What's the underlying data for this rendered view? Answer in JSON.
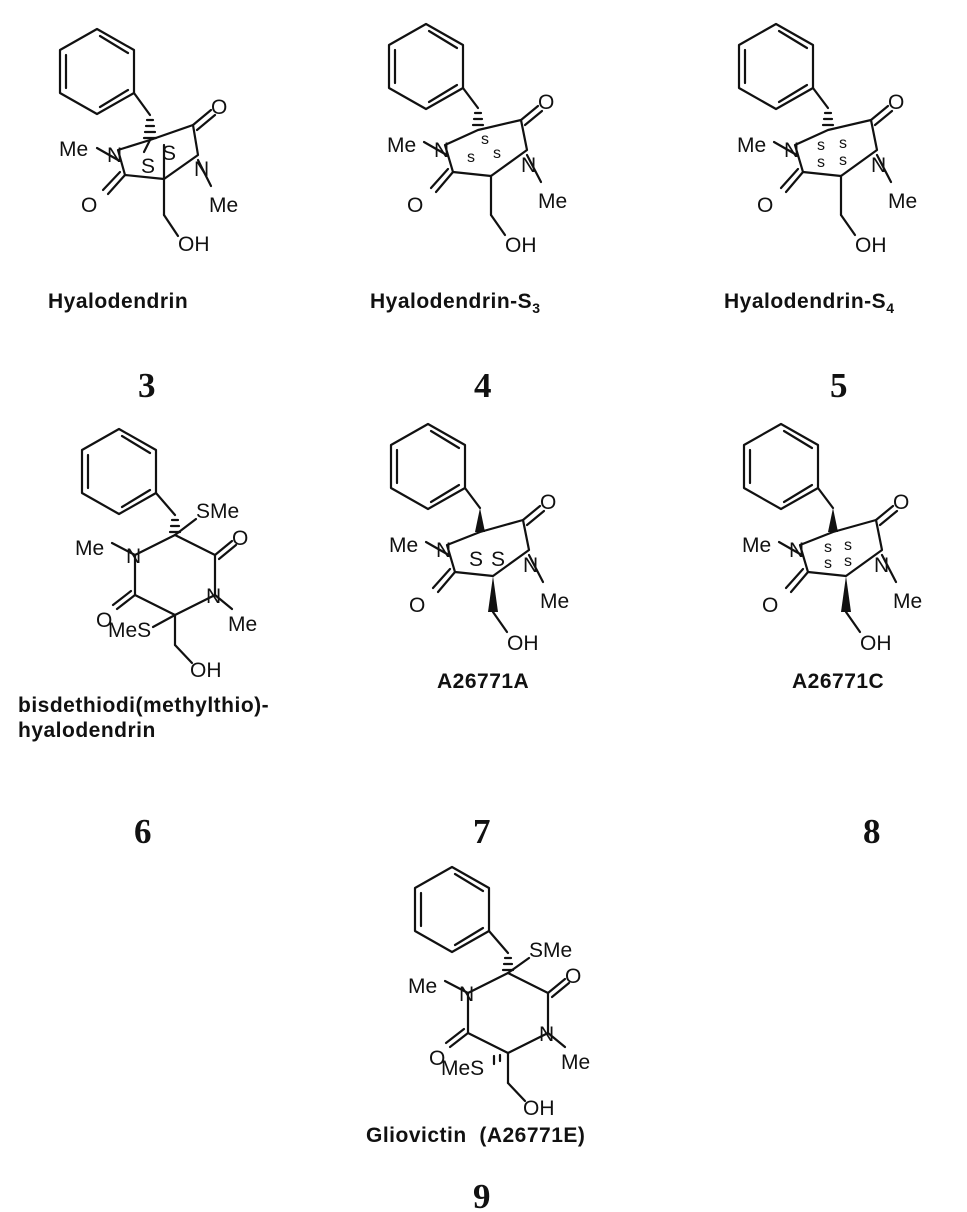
{
  "compounds": [
    {
      "number": "3",
      "name": "Hyalodendrin",
      "subscript": "",
      "name_line2": "",
      "bridge": "S2",
      "substituent": "OH"
    },
    {
      "number": "4",
      "name": "Hyalodendrin-S",
      "subscript": "3",
      "name_line2": "",
      "bridge": "S3",
      "substituent": "OH"
    },
    {
      "number": "5",
      "name": "Hyalodendrin-S",
      "subscript": "4",
      "name_line2": "",
      "bridge": "S4",
      "substituent": "OH"
    },
    {
      "number": "6",
      "name": "bisdethiodi(methylthio)-",
      "subscript": "",
      "name_line2": "hyalodendrin",
      "bridge": "SMe",
      "substituent": "OH"
    },
    {
      "number": "7",
      "name": "A26771A",
      "subscript": "",
      "name_line2": "",
      "bridge": "S2",
      "substituent": "OH"
    },
    {
      "number": "8",
      "name": "A26771C",
      "subscript": "",
      "name_line2": "",
      "bridge": "S4",
      "substituent": "OH"
    },
    {
      "number": "9",
      "name": "Gliovictin  (A26771E)",
      "subscript": "",
      "name_line2": "",
      "bridge": "SMe",
      "substituent": "OH"
    }
  ],
  "atoms": {
    "methyl": "Me",
    "nitrogen": "N",
    "oxygen": "O",
    "hydroxyl": "OH",
    "sulfur": "S",
    "sulfur_small": "s",
    "methylthio": "SMe",
    "methylthio_left": "MeS"
  }
}
